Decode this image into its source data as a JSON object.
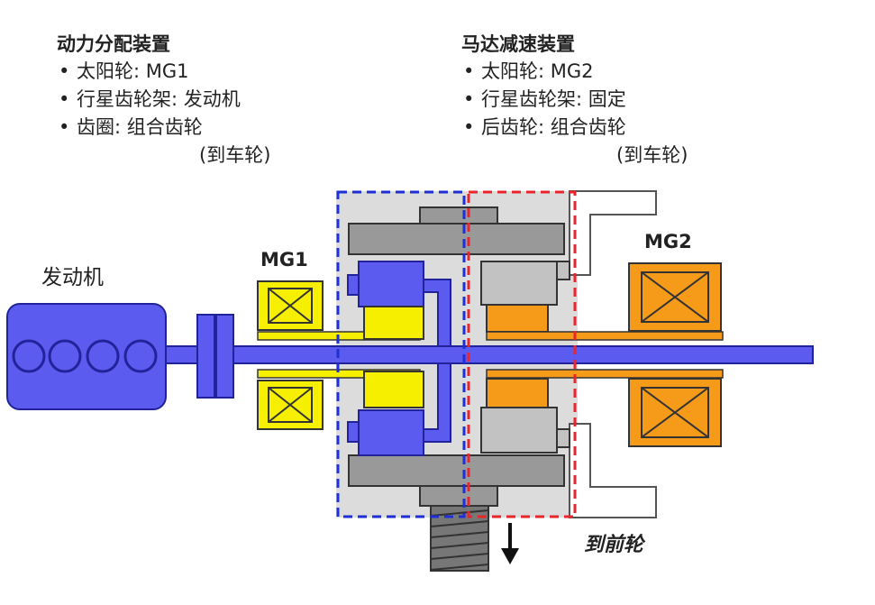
{
  "left_panel": {
    "title": "动力分配装置",
    "items": [
      "太阳轮: MG1",
      "行星齿轮架: 发动机",
      "齿圈: 组合齿轮"
    ],
    "note": "(到车轮)"
  },
  "right_panel": {
    "title": "马达减速装置",
    "items": [
      "太阳轮: MG2",
      "行星齿轮架: 固定",
      "后齿轮: 组合齿轮"
    ],
    "note": "(到车轮)"
  },
  "labels": {
    "engine": "发动机",
    "mg1": "MG1",
    "mg2": "MG2",
    "front_wheel": "到前轮"
  },
  "colors": {
    "engine_blue": "#5b5bf0",
    "mg1_yellow": "#f6f000",
    "mg2_orange": "#f59a19",
    "gear_gray": "#c2c2c2",
    "dark_gray": "#888888",
    "dash_blue": "#1d2fd6",
    "dash_red": "#e8262b"
  }
}
